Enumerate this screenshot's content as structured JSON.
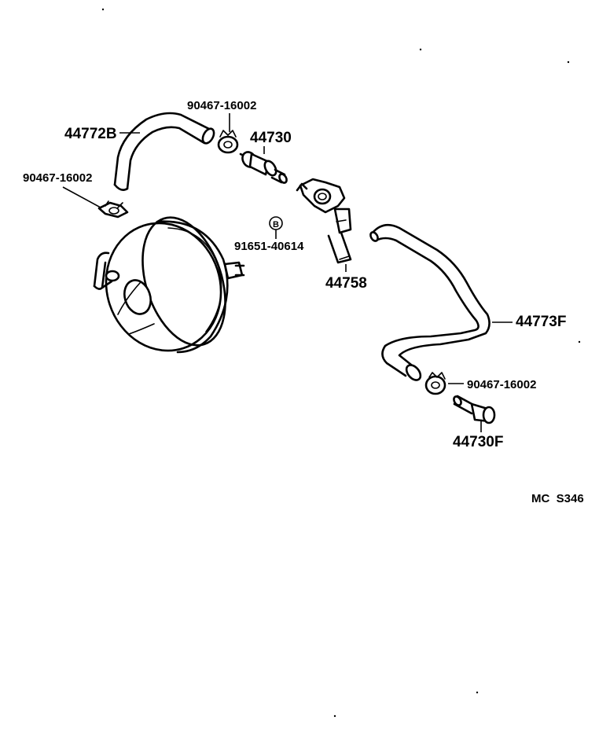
{
  "callouts": {
    "hose_upper": "44772B",
    "clamp_top": "90467-16002",
    "check_valve": "44730",
    "clamp_left": "90467-16002",
    "bolt_marker": "B",
    "bolt": "91651-40614",
    "bracket": "44758",
    "hose_lower": "44773F",
    "clamp_right": "90467-16002",
    "check_valve_lower": "44730F"
  },
  "diagram_code": "MC  S346",
  "palette": {
    "ink": "#000000",
    "paper": "#ffffff"
  }
}
